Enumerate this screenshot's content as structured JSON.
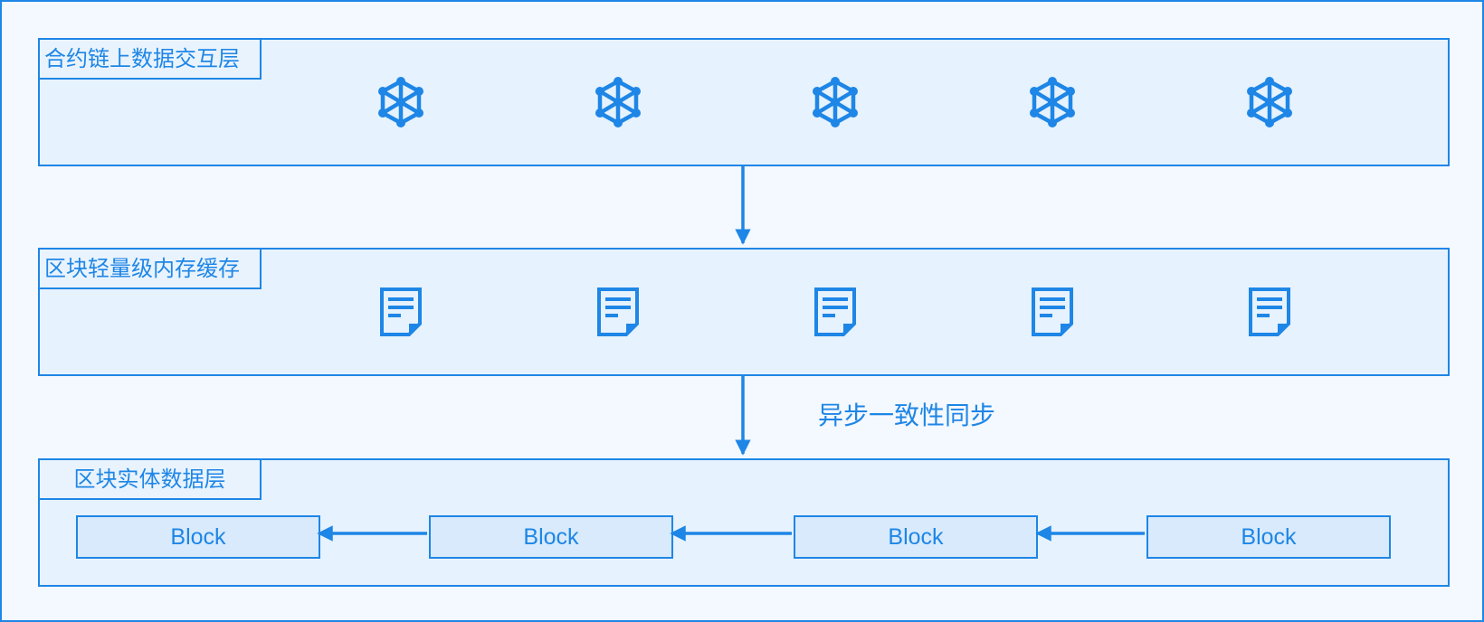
{
  "layers": [
    {
      "title": "合约链上数据交互层",
      "icon": "network-node-icon"
    },
    {
      "title": "区块轻量级内存缓存",
      "icon": "document-icon"
    },
    {
      "title": "区块实体数据层"
    }
  ],
  "sync_label": "异步一致性同步",
  "blocks": [
    "Block",
    "Block",
    "Block",
    "Block"
  ],
  "colors": {
    "accent": "#1e86e6",
    "layer_fill": "#e6f2fd",
    "block_fill": "#d8eafc",
    "background": "#f4f8ff"
  }
}
